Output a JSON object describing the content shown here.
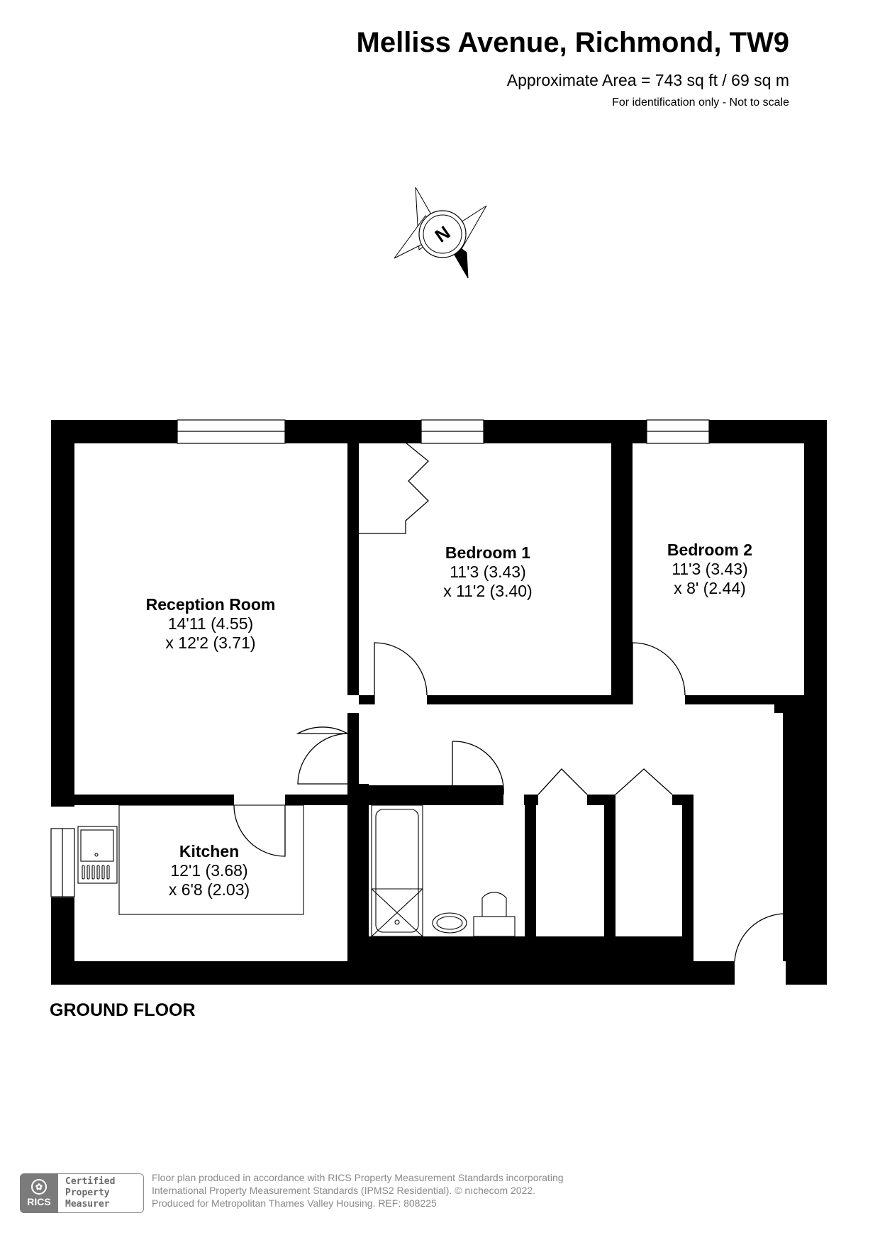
{
  "header": {
    "title": "Melliss Avenue, Richmond, TW9",
    "area": "Approximate Area = 743 sq ft / 69 sq m",
    "note": "For identification only - Not to scale"
  },
  "compass": {
    "label": "N"
  },
  "rooms": {
    "reception": {
      "name": "Reception Room",
      "dim1": "14'11 (4.55)",
      "dim2": "x 12'2 (3.71)"
    },
    "bedroom1": {
      "name": "Bedroom 1",
      "dim1": "11'3 (3.43)",
      "dim2": "x 11'2 (3.40)"
    },
    "bedroom2": {
      "name": "Bedroom 2",
      "dim1": "11'3 (3.43)",
      "dim2": "x 8' (2.44)"
    },
    "kitchen": {
      "name": "Kitchen",
      "dim1": "12'1 (3.68)",
      "dim2": "x 6'8 (2.03)"
    }
  },
  "floor_label": "GROUND FLOOR",
  "rics": {
    "badge": "RICS",
    "line1": "Certified",
    "line2": "Property",
    "line3": "Measurer"
  },
  "footer": {
    "line1": "Floor plan produced in accordance with RICS Property Measurement Standards incorporating",
    "line2": "International Property Measurement Standards (IPMS2 Residential).   © nıchecom 2022.",
    "line3": "Produced for Metropolitan Thames Valley Housing.   REF:  808225"
  },
  "colors": {
    "wall": "#000000",
    "fixture_line": "#000000",
    "compass_fill": "#000000"
  }
}
